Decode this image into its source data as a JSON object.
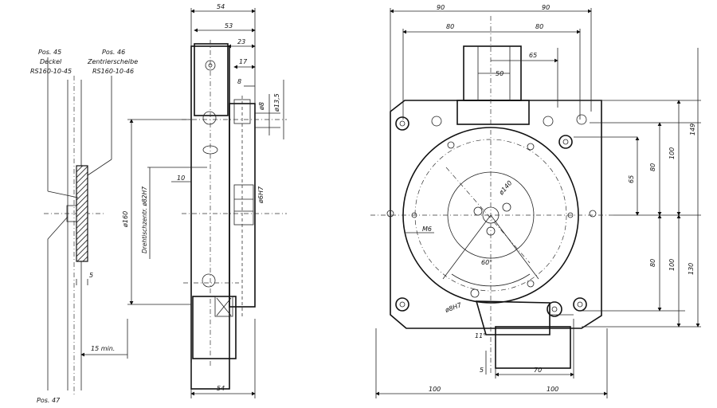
{
  "labels": {
    "pos45": "Pos. 45",
    "deckel": "Deckel",
    "rs45": "RS160-10-45",
    "pos46": "Pos. 46",
    "zentrier": "Zentrierscheibe",
    "rs46": "RS160-10-46",
    "pos47": "Pos. 47",
    "dim5_left": "5",
    "dim15min": "15 min.",
    "dim54_top": "54",
    "dim53": "53",
    "dim23": "23",
    "dim17": "17",
    "dim8": "8",
    "dia8": "ø8",
    "dia13_5": "ø13,5",
    "dim10": "10",
    "drehtisch": "Drehtischzentr. ø82H7",
    "dia160": "ø160",
    "dia6": "ø6H7",
    "dim54_bottom": "54",
    "dim90_left": "90",
    "dim90_right": "90",
    "dim80_left": "80",
    "dim80_right": "80",
    "dim65_top": "65",
    "dim50": "50",
    "dim149": "149",
    "dim100_r1": "100",
    "dim80_r1": "80",
    "dim65_r": "65",
    "dia140": "ø140",
    "m6": "M6",
    "ang60": "60°",
    "dim80_r2": "80",
    "dim100_r2": "100",
    "dim130": "130",
    "dia8h7": "ø8H7",
    "ang11": "11°",
    "dim5_bottom": "5",
    "dim70": "70",
    "dim100_bl": "100",
    "dim100_br": "100"
  }
}
